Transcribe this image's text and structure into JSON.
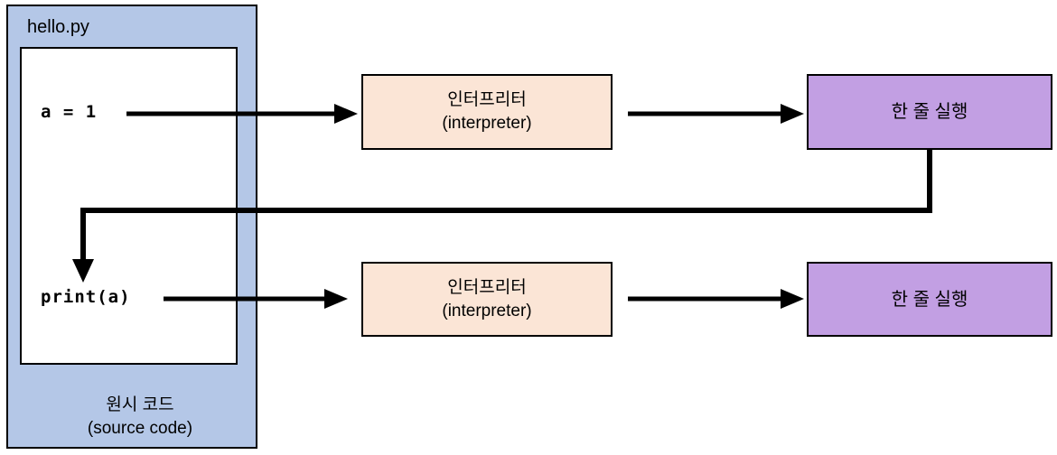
{
  "diagram": {
    "source_file": {
      "title": "hello.py",
      "caption_ko": "원시 코드",
      "caption_en": "(source code)"
    },
    "rows": [
      {
        "code": "a = 1",
        "interpreter_ko": "인터프리터",
        "interpreter_en": "(interpreter)",
        "execute": "한 줄 실행"
      },
      {
        "code": "print(a)",
        "interpreter_ko": "인터프리터",
        "interpreter_en": "(interpreter)",
        "execute": "한 줄 실행"
      }
    ],
    "colors": {
      "source_fill": "#B4C7E7",
      "interpreter_fill": "#FBE5D6",
      "execute_fill": "#C29FE3",
      "arrow": "#000000",
      "border": "#000000"
    }
  }
}
